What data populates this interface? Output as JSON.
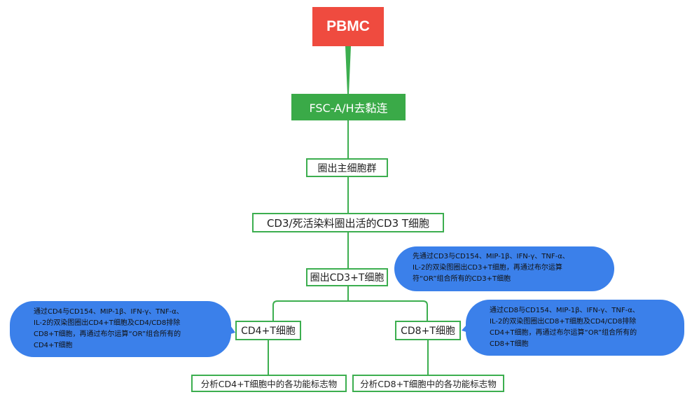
{
  "diagram": {
    "root": "PBMC",
    "step1": "FSC-A/H去黏连",
    "step2": "圈出主细胞群",
    "step3": "CD3/死活染料圈出活的CD3 T细胞",
    "step4": "圈出CD3+T细胞",
    "cd4_node": "CD4+T细胞",
    "cd8_node": "CD8+T细胞",
    "cd4_analysis": "分析CD4+T细胞中的各功能标志物",
    "cd8_analysis": "分析CD8+T细胞中的各功能标志物"
  },
  "notes": {
    "cd3": [
      "先通过CD3与CD154、MIP-1β、IFN-γ、TNF-α、",
      "IL-2的双染图圈出CD3+T细胞，再通过布尔运算",
      "符“OR”组合所有的CD3+T细胞"
    ],
    "cd4": [
      "通过CD4与CD154、MIP-1β、IFN-γ、TNF-α、",
      "IL-2的双染图圈出CD4+T细胞及CD4/CD8排除",
      "CD8+T细胞，再通过布尔运算“OR”组合所有的",
      "CD4+T细胞"
    ],
    "cd8": [
      "通过CD8与CD154、MIP-1β、IFN-γ、TNF-α、",
      "IL-2的双染图圈出CD8+T细胞及CD4/CD8排除",
      "CD4+T细胞，再通过布尔运算“OR”组合所有的",
      "CD8+T细胞"
    ]
  },
  "colors": {
    "root_fill": "#ef4b3f",
    "step_fill": "#3aaa48",
    "line": "#3cae4f",
    "note_fill": "#3b80ea"
  }
}
